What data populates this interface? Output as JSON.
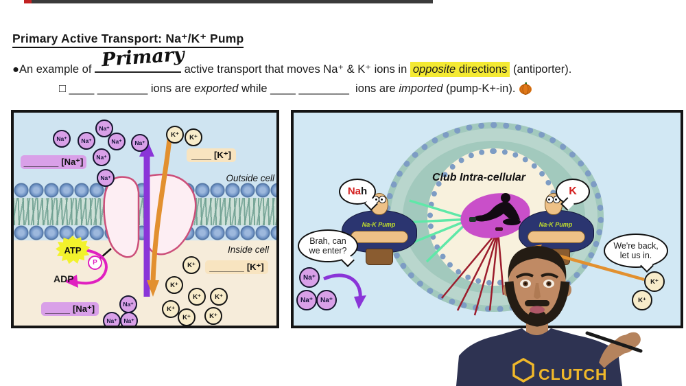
{
  "colors": {
    "highlight": "#f4ea33",
    "na_ion_fill": "#d9a0e8",
    "k_ion_fill": "#f8ecca",
    "outside_cell_bg": "#cfe4f1",
    "inside_cell_bg": "#f6ecda",
    "panel_blue": "#d2e8f4",
    "purple_arrow": "#8a35d8",
    "orange_arrow": "#e2902f",
    "magenta_arrow": "#e020c0",
    "dance_floor": "#c94fc9",
    "laser_green": "#5fe8a8",
    "laser_red": "#9c1c2c",
    "bouncer_shirt_navy": "#2b3570",
    "clutch_yellow": "#f0b82a",
    "atp_yellow": "#f2f22c"
  },
  "header": {
    "title": "Primary Active Transport: Na⁺/K⁺ Pump"
  },
  "bullet1": {
    "marker": "●",
    "prefix": "An example of ",
    "handwritten": "Primary",
    "mid": " active transport that moves Na⁺ & K⁺ ions in ",
    "highlight_word": "opposite",
    "highlight_rest": " directions",
    "suffix": " (antiporter)."
  },
  "bullet2": {
    "marker": "□ ",
    "blank1": "____ ",
    "blank2": "________ ",
    "text1": "ions are ",
    "word_exported": "exported",
    "text2": " while ",
    "blank3": "____ ",
    "blank4": "________ ",
    "text3": " ions are ",
    "word_imported": "imported",
    "text4": " (pump-K+-in). ",
    "pumpkin_icon": "pumpkin-emoji"
  },
  "left_panel": {
    "outside_label": "Outside cell",
    "inside_label": "Inside cell",
    "na_symbol": "Na⁺",
    "k_symbol": "K⁺",
    "outside_na_blank": "_______",
    "outside_na_conc": "[Na⁺]",
    "outside_k_blank": "____",
    "outside_k_conc": "[K⁺]",
    "inside_k_blank": "_______",
    "inside_k_conc": "[K⁺]",
    "inside_na_blank": "_____",
    "inside_na_conc": "[Na⁺]",
    "atp_label": "ATP",
    "adp_label": "ADP",
    "phosphate_label": "P"
  },
  "right_panel": {
    "club_title": "Club Intra-cellular",
    "bubble_nah_red": "Na",
    "bubble_nah_black": "h",
    "bubble_k": "K",
    "bubble_brah_line1": "Brah, can",
    "bubble_brah_line2": "we enter?",
    "bubble_back_line1": "We're back,",
    "bubble_back_line2": "let us in.",
    "bouncer_shirt": "Na-K Pump",
    "na_symbol": "Na⁺",
    "k_symbol": "K⁺"
  },
  "instructor": {
    "shirt_brand": "CLUTCH"
  }
}
